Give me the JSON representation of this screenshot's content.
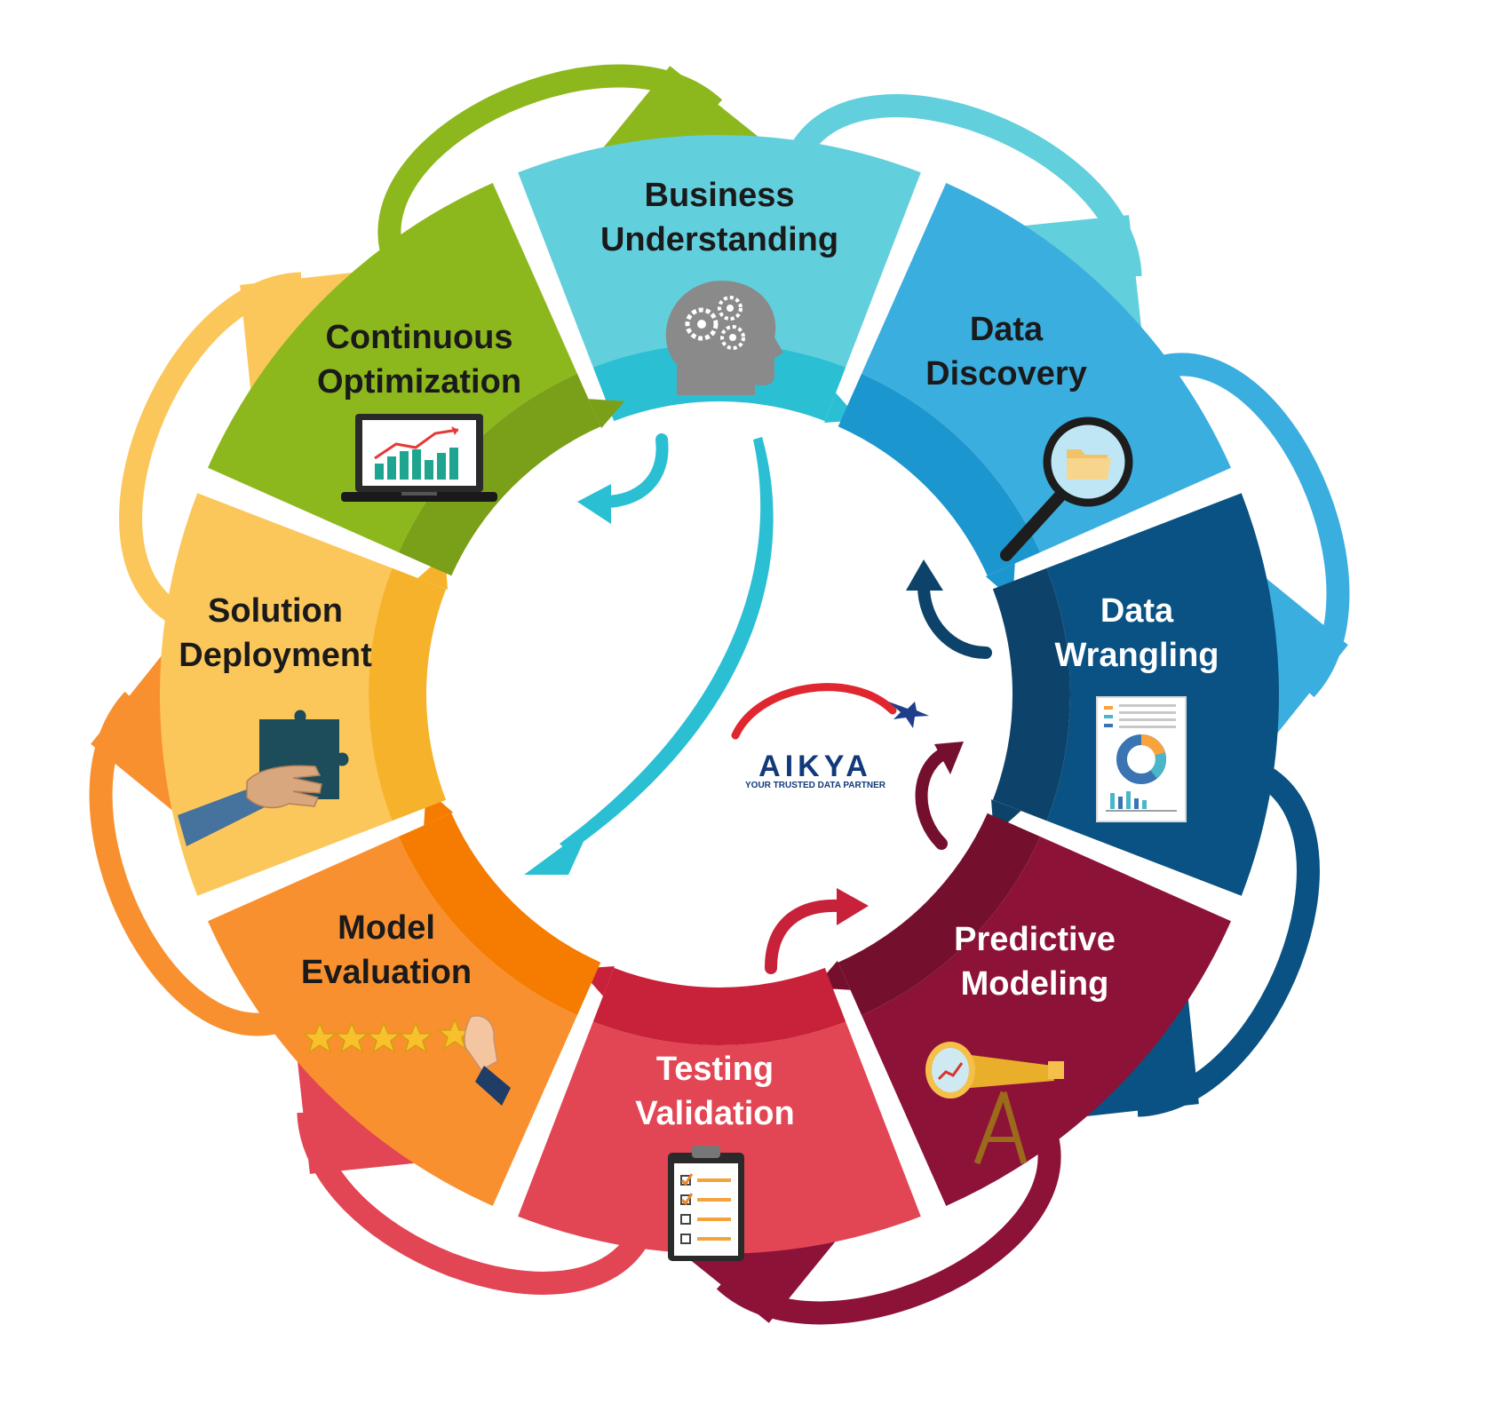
{
  "segments": [
    {
      "id": "business-understanding",
      "label_lines": [
        "Business",
        "Understanding"
      ],
      "color": "#62CFDC",
      "inner_color": "#2BBFD4",
      "text_color": "#1a1a1a",
      "icon": "head-gears-icon"
    },
    {
      "id": "data-discovery",
      "label_lines": [
        "Data",
        "Discovery"
      ],
      "color": "#3BAEE0",
      "inner_color": "#1C96CE",
      "text_color": "#1a1a1a",
      "icon": "magnifier-folder-icon"
    },
    {
      "id": "data-wrangling",
      "label_lines": [
        "Data",
        "Wrangling"
      ],
      "color": "#0A5283",
      "inner_color": "#0D436A",
      "text_color": "#ffffff",
      "icon": "report-document-icon"
    },
    {
      "id": "predictive-modeling",
      "label_lines": [
        "Predictive",
        "Modeling"
      ],
      "color": "#8D1238",
      "inner_color": "#74102D",
      "text_color": "#ffffff",
      "icon": "telescope-icon"
    },
    {
      "id": "testing-validation",
      "label_lines": [
        "Testing",
        "Validation"
      ],
      "color": "#E24553",
      "inner_color": "#C8213A",
      "text_color": "#ffffff",
      "icon": "clipboard-checklist-icon"
    },
    {
      "id": "model-evaluation",
      "label_lines": [
        "Model",
        "Evaluation"
      ],
      "color": "#F9902F",
      "inner_color": "#F57C00",
      "text_color": "#1a1a1a",
      "icon": "star-rating-icon"
    },
    {
      "id": "solution-deployment",
      "label_lines": [
        "Solution",
        "Deployment"
      ],
      "color": "#FBC75A",
      "inner_color": "#F6B22A",
      "text_color": "#1a1a1a",
      "icon": "puzzle-hand-icon"
    },
    {
      "id": "continuous-optimization",
      "label_lines": [
        "Continuous",
        "Optimization"
      ],
      "color": "#8DB81D",
      "inner_color": "#7A9F18",
      "text_color": "#1a1a1a",
      "icon": "laptop-chart-icon"
    }
  ],
  "logo": {
    "name": "AIKYA",
    "tagline": "YOUR TRUSTED DATA PARTNER",
    "name_color": "#12397A",
    "arc_color": "#E0262E"
  }
}
